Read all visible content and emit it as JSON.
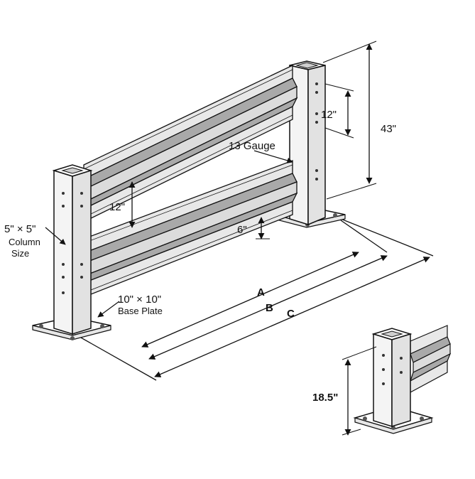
{
  "diagram": {
    "labels": {
      "height_43": "43\"",
      "spacing_upper": "12\"",
      "spacing_lower": "12\"",
      "gauge": "13 Gauge",
      "column_size_1": "5\" × 5\"",
      "column_size_2": "Column",
      "column_size_3": "Size",
      "ground_clear": "6\"",
      "base_plate_1": "10\" × 10\"",
      "base_plate_2": "Base Plate",
      "dim_a": "A",
      "dim_b": "B",
      "dim_c": "C",
      "detail_height": "18.5\""
    },
    "colors": {
      "line": "#111111",
      "rail_fill": "#d9d9d9",
      "rail_shade": "#a9a9a9",
      "post_fill": "#f2f2f2"
    }
  }
}
